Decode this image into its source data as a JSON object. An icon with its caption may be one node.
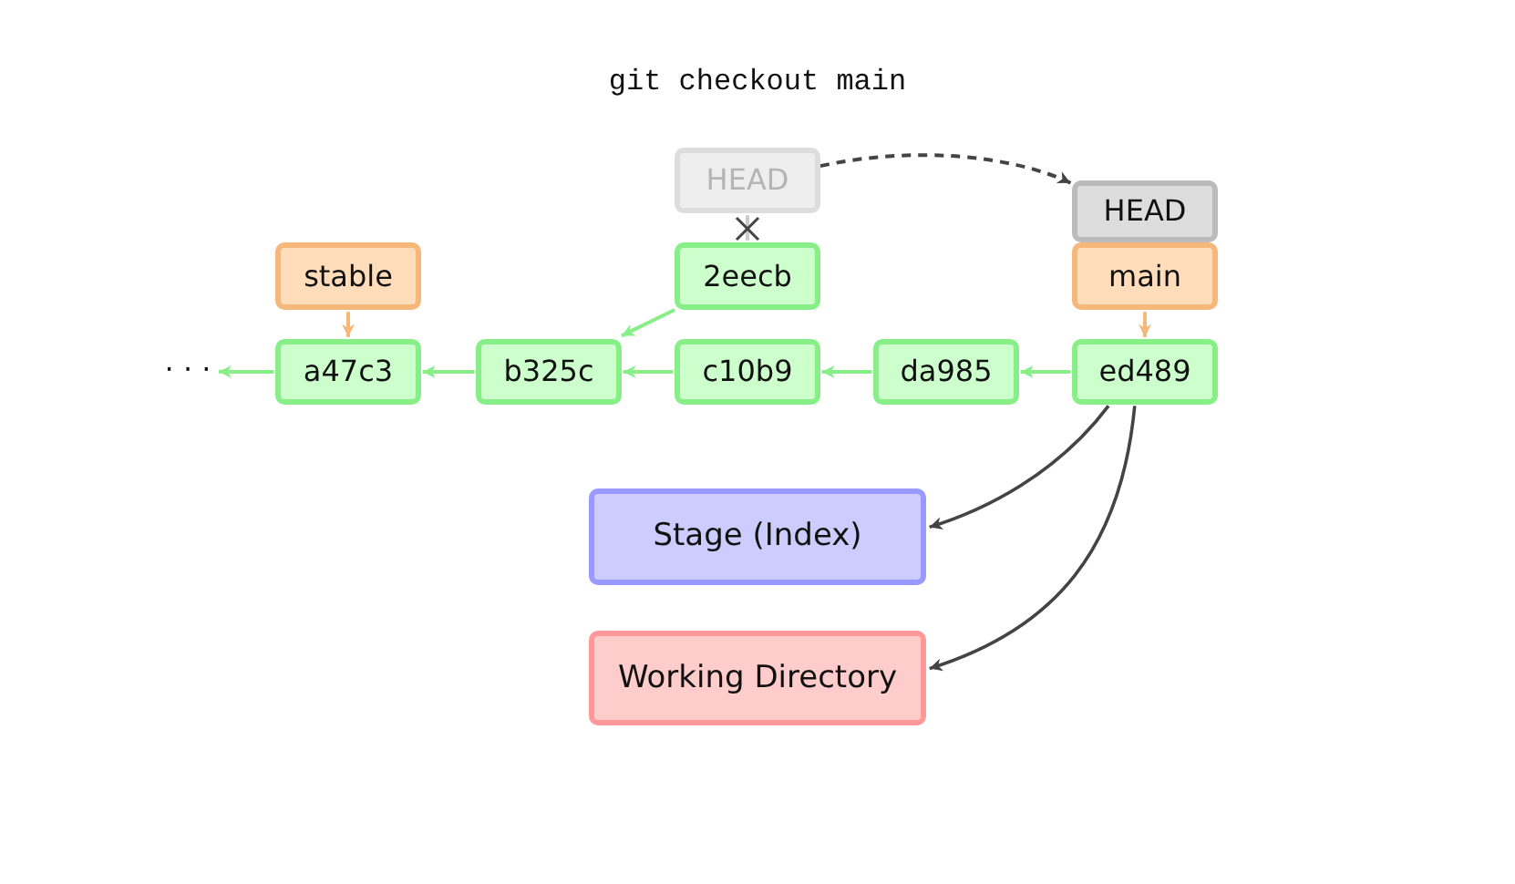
{
  "diagram": {
    "title": "git checkout main",
    "nodes": [
      {
        "text": [
          "HEAD"
        ]
      },
      {
        "text": [
          "HEAD"
        ]
      },
      {
        "text": [
          "stable"
        ]
      },
      {
        "text": [
          "2eecb"
        ]
      },
      {
        "text": [
          "main"
        ]
      },
      {
        "text": [
          "· · ·"
        ]
      },
      {
        "text": [
          "a47c3"
        ]
      },
      {
        "text": [
          "b325c"
        ]
      },
      {
        "text": [
          "c10b9"
        ]
      },
      {
        "text": [
          "da985"
        ]
      },
      {
        "text": [
          "ed489"
        ]
      },
      {
        "text": [
          "Stage (Index)"
        ]
      },
      {
        "text": [
          "Working Directory"
        ]
      }
    ],
    "edges": [
      {
        "from": 0,
        "to": 1,
        "arrow": "to",
        "style": "dashed",
        "color": "#444444"
      },
      {
        "from": 0,
        "to": 3,
        "arrow": "none",
        "color": "#cccccc"
      },
      {
        "from": 2,
        "to": 6,
        "arrow": "to",
        "color": "#f5b77a"
      },
      {
        "from": 4,
        "to": 10,
        "arrow": "to",
        "color": "#f5b77a"
      },
      {
        "from": 3,
        "to": 7,
        "arrow": "to"
      },
      {
        "from": 6,
        "to": 5,
        "arrow": "to"
      },
      {
        "from": 7,
        "to": 6,
        "arrow": "to"
      },
      {
        "from": 8,
        "to": 7,
        "arrow": "to"
      },
      {
        "from": 9,
        "to": 8,
        "arrow": "to"
      },
      {
        "from": 10,
        "to": 9,
        "arrow": "to"
      },
      {
        "from": 10,
        "to": 11,
        "arrow": "to",
        "color": "#444444"
      },
      {
        "from": 10,
        "to": 12,
        "arrow": "to",
        "color": "#444444"
      }
    ]
  }
}
